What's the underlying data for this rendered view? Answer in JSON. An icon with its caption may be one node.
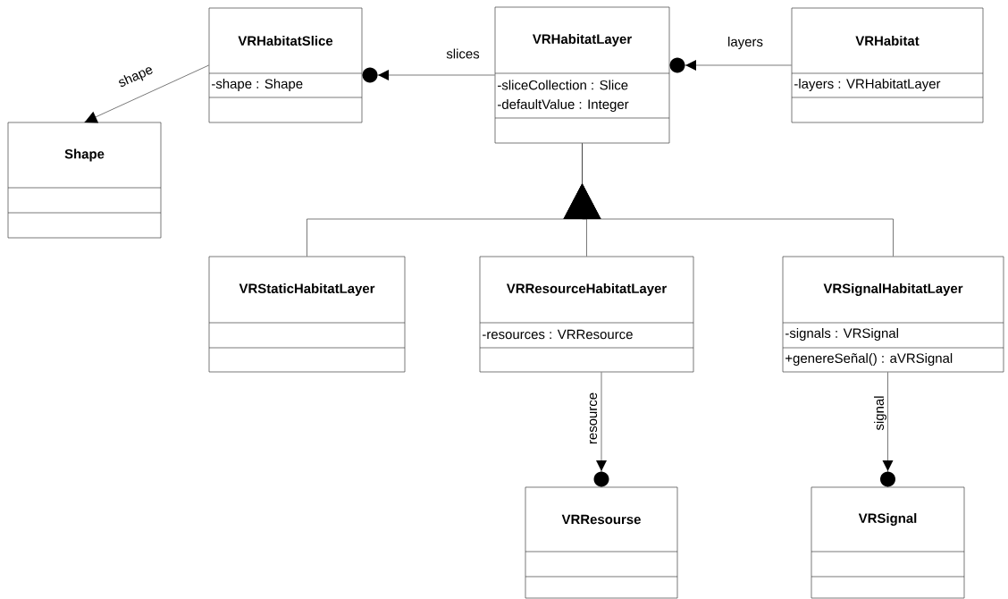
{
  "diagram": {
    "nodes": [
      {
        "text": [
          "VRHabitatSlice",
          "-shape : Shape"
        ]
      },
      {
        "text": [
          "VRHabitatLayer",
          "-sliceCollection : Slice",
          "-defaultValue : Integer"
        ]
      },
      {
        "text": [
          "VRHabitat",
          "-layers : VRHabitatLayer"
        ]
      },
      {
        "text": [
          "Shape"
        ]
      },
      {
        "text": [
          "VRStaticHabitatLayer"
        ]
      },
      {
        "text": [
          "VRResourceHabitatLayer",
          "-resources : VRResource"
        ]
      },
      {
        "text": [
          "VRSignalHabitatLayer",
          "-signals : VRSignal",
          "+genereSeñal() : aVRSignal"
        ]
      },
      {
        "text": [
          "VRResourse"
        ]
      },
      {
        "text": [
          "VRSignal"
        ]
      }
    ],
    "edges": [
      {
        "from": 1,
        "to": 0,
        "label": "slices",
        "arrow": "to"
      },
      {
        "from": 2,
        "to": 1,
        "label": "layers",
        "arrow": "to"
      },
      {
        "from": 0,
        "to": 3,
        "label": "shape",
        "arrow": "to"
      },
      {
        "from": 4,
        "to": 1,
        "arrow": "to"
      },
      {
        "from": 5,
        "to": 1,
        "arrow": "to"
      },
      {
        "from": 6,
        "to": 1,
        "arrow": "to"
      },
      {
        "from": 5,
        "to": 7,
        "label": "resource",
        "arrow": "to"
      },
      {
        "from": 6,
        "to": 8,
        "label": "signal",
        "arrow": "to"
      }
    ]
  }
}
